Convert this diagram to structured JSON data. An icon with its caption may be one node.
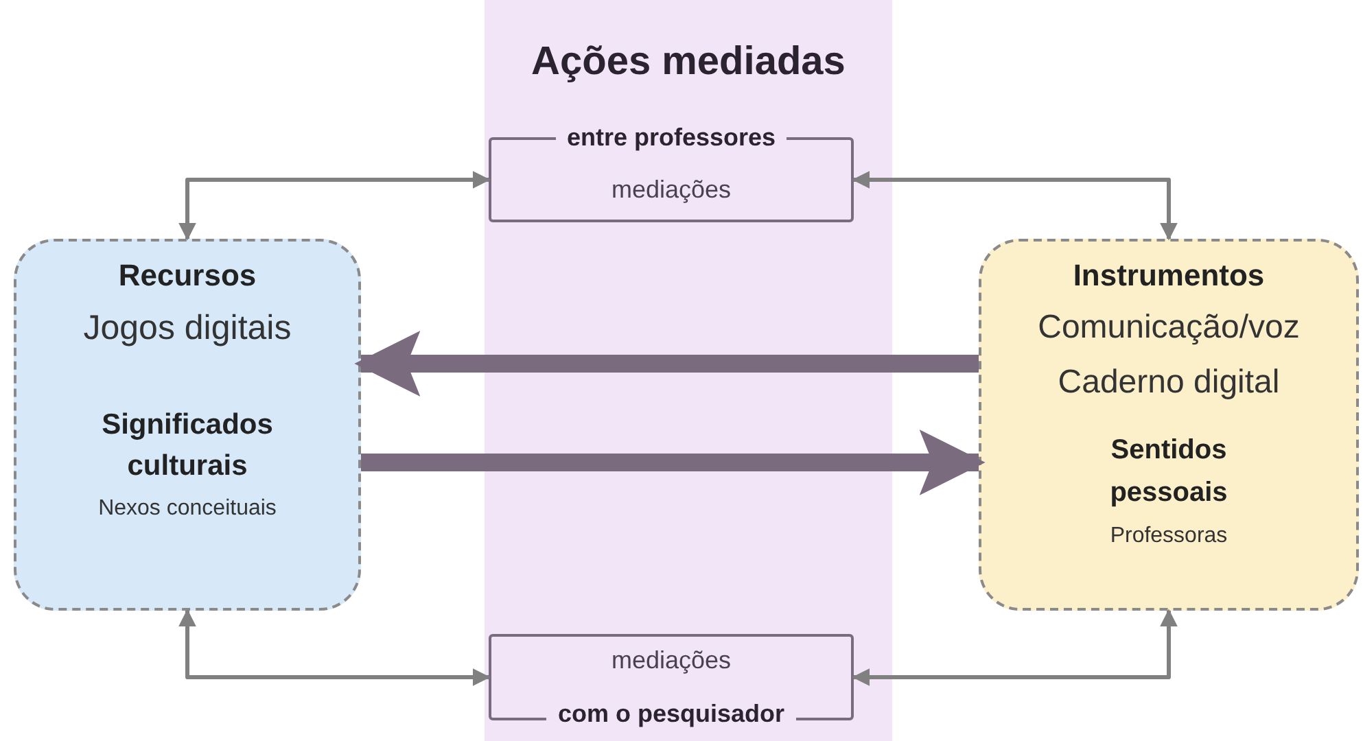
{
  "diagram": {
    "nodes": [
      {
        "text": [
          "Ações mediadas"
        ]
      },
      {
        "text": [
          "entre professores",
          "mediações"
        ],
        "in": 0
      },
      {
        "text": [
          "mediações",
          "com o pesquisador"
        ],
        "in": 0
      },
      {
        "text": [
          "Recursos",
          "Jogos digitais",
          "Significados culturais",
          "Nexos conceituais"
        ]
      },
      {
        "text": [
          "Instrumentos",
          "Comunicação/voz",
          "Caderno digital",
          "Sentidos pessoais",
          "Professoras"
        ]
      }
    ],
    "edges": [
      {
        "from": 1,
        "to": 3,
        "arrow": "both"
      },
      {
        "from": 1,
        "to": 4,
        "arrow": "both"
      },
      {
        "from": 4,
        "to": 3,
        "arrow": "to",
        "style": "thick",
        "color": "#7b6b7f"
      },
      {
        "from": 3,
        "to": 4,
        "arrow": "to",
        "style": "thick",
        "color": "#7b6b7f"
      },
      {
        "from": 2,
        "to": 3,
        "arrow": "both"
      },
      {
        "from": 2,
        "to": 4,
        "arrow": "both"
      }
    ]
  }
}
